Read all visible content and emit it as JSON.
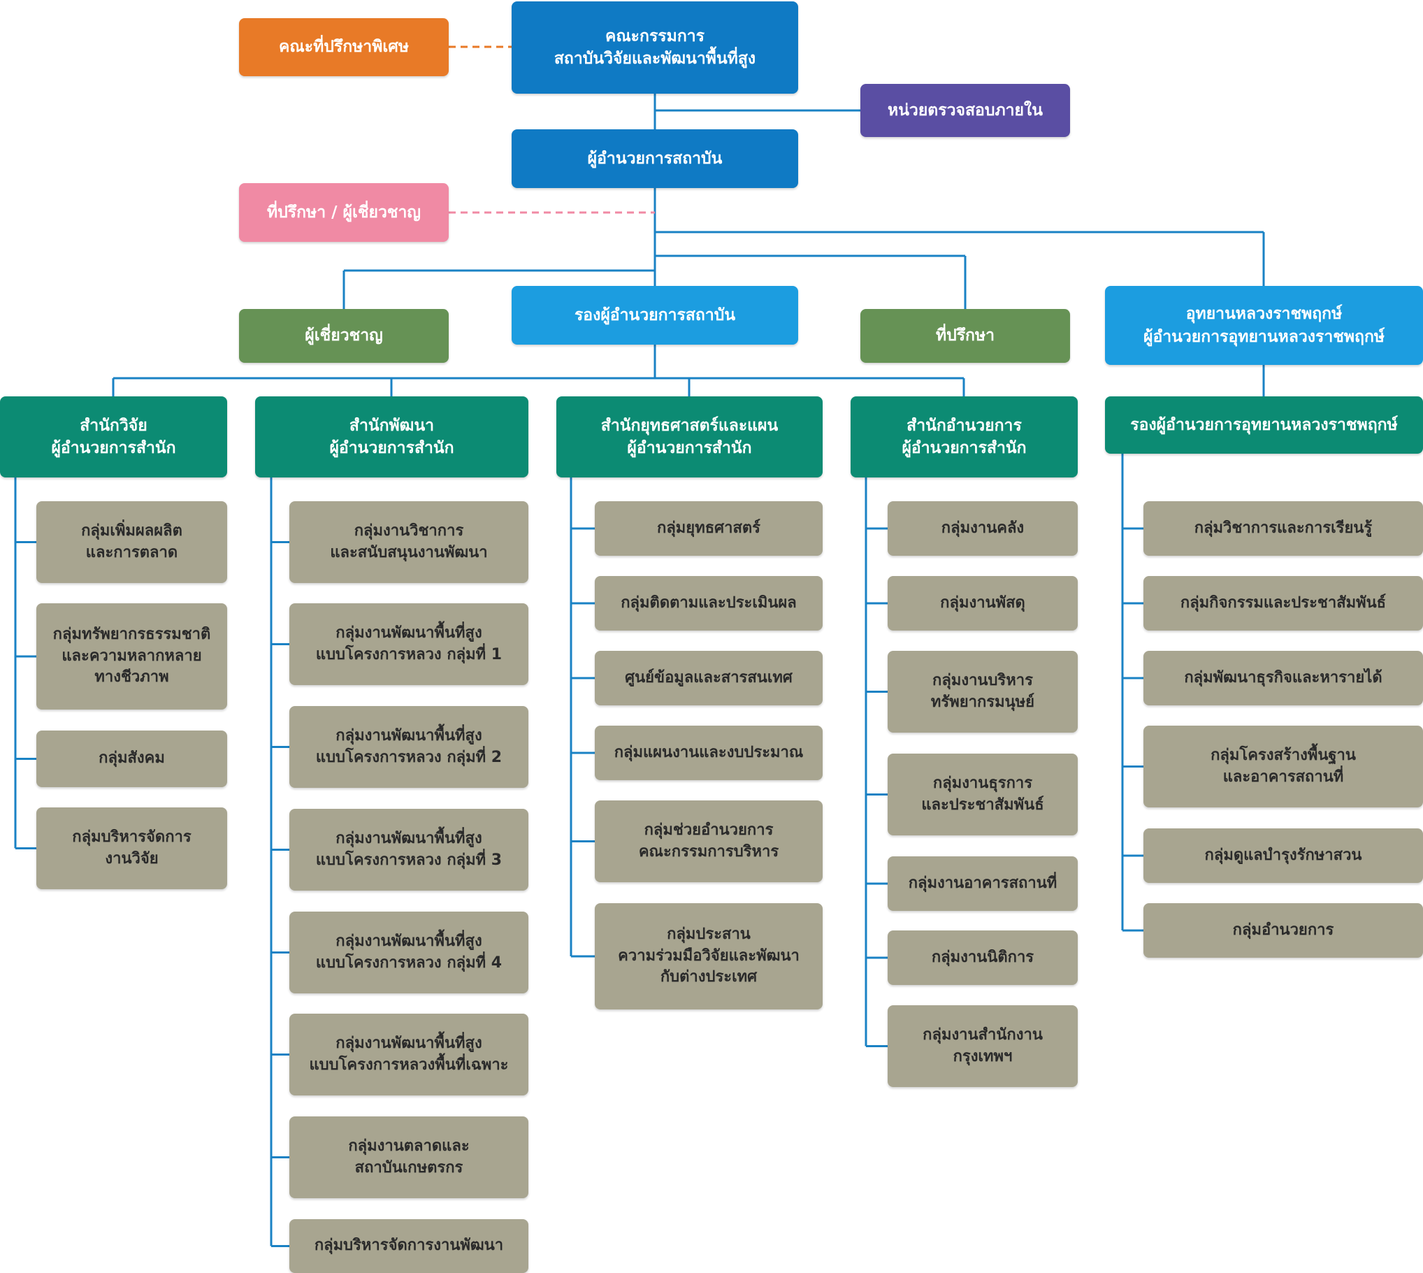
{
  "colors": {
    "board": "#0f7ac4",
    "special_advisory": "#e87a27",
    "internal_audit": "#5a4ea3",
    "advisor_expert": "#f08aa4",
    "deputy": "#1c9de0",
    "staff": "#669255",
    "bureau": "#0c8b73",
    "group": "#a8a590",
    "connector": "#1a82c4",
    "dashed_orange": "#e87a27",
    "dashed_pink": "#f08aa4"
  },
  "top": {
    "board": "คณะกรรมการ\nสถาบันวิจัยและพัฒนาพื้นที่สูง",
    "special_advisory": "คณะที่ปรึกษาพิเศษ",
    "internal_audit": "หน่วยตรวจสอบภายใน",
    "director": "ผู้อำนวยการสถาบัน",
    "advisor_expert": "ที่ปรึกษา / ผู้เชี่ยวชาญ",
    "expert": "ผู้เชี่ยวชาญ",
    "deputy_director": "รองผู้อำนวยการสถาบัน",
    "advisor": "ที่ปรึกษา",
    "park": "อุทยานหลวงราชพฤกษ์\nผู้อำนวยการอุทยานหลวงราชพฤกษ์"
  },
  "bureaus": [
    {
      "title": "สำนักวิจัย\nผู้อำนวยการสำนัก",
      "groups": [
        "กลุ่มเพิ่มผลผลิต\nและการตลาด",
        "กลุ่มทรัพยากรธรรมชาติ\nและความหลากหลาย\nทางชีวภาพ",
        "กลุ่มสังคม",
        "กลุ่มบริหารจัดการ\nงานวิจัย"
      ]
    },
    {
      "title": "สำนักพัฒนา\nผู้อำนวยการสำนัก",
      "groups": [
        "กลุ่มงานวิชาการ\nและสนับสนุนงานพัฒนา",
        "กลุ่มงานพัฒนาพื้นที่สูง\nแบบโครงการหลวง กลุ่มที่ 1",
        "กลุ่มงานพัฒนาพื้นที่สูง\nแบบโครงการหลวง กลุ่มที่ 2",
        "กลุ่มงานพัฒนาพื้นที่สูง\nแบบโครงการหลวง กลุ่มที่ 3",
        "กลุ่มงานพัฒนาพื้นที่สูง\nแบบโครงการหลวง กลุ่มที่ 4",
        "กลุ่มงานพัฒนาพื้นที่สูง\nแบบโครงการหลวงพื้นที่เฉพาะ",
        "กลุ่มงานตลาดและ\nสถาบันเกษตรกร",
        "กลุ่มบริหารจัดการงานพัฒนา"
      ]
    },
    {
      "title": "สำนักยุทธศาสตร์และแผน\nผู้อำนวยการสำนัก",
      "groups": [
        "กลุ่มยุทธศาสตร์",
        "กลุ่มติดตามและประเมินผล",
        "ศูนย์ข้อมูลและสารสนเทศ",
        "กลุ่มแผนงานและงบประมาณ",
        "กลุ่มช่วยอำนวยการ\nคณะกรรมการบริหาร",
        "กลุ่มประสาน\nความร่วมมือวิจัยและพัฒนา\nกับต่างประเทศ"
      ]
    },
    {
      "title": "สำนักอำนวยการ\nผู้อำนวยการสำนัก",
      "groups": [
        "กลุ่มงานคลัง",
        "กลุ่มงานพัสดุ",
        "กลุ่มงานบริหาร\nทรัพยากรมนุษย์",
        "กลุ่มงานธุรการ\nและประชาสัมพันธ์",
        "กลุ่มงานอาคารสถานที่",
        "กลุ่มงานนิติการ",
        "กลุ่มงานสำนักงาน\nกรุงเทพฯ"
      ]
    },
    {
      "title": "รองผู้อำนวยการอุทยานหลวงราชพฤกษ์",
      "groups": [
        "กลุ่มวิชาการและการเรียนรู้",
        "กลุ่มกิจกรรมและประชาสัมพันธ์",
        "กลุ่มพัฒนาธุรกิจและหารายได้",
        "กลุ่มโครงสร้างพื้นฐาน\nและอาคารสถานที่",
        "กลุ่มดูแลบำรุงรักษาสวน",
        "กลุ่มอำนวยการ"
      ]
    }
  ]
}
